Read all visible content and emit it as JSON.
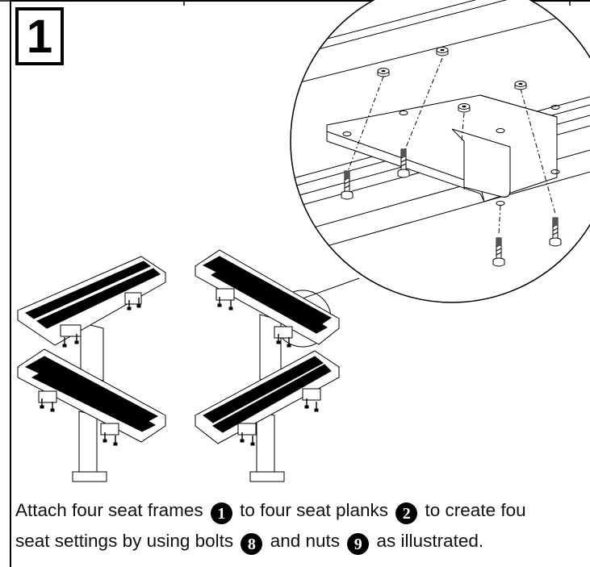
{
  "step": {
    "number": "1"
  },
  "instruction": {
    "line1_a": "Attach four seat frames",
    "line1_b": "to four seat planks",
    "line1_c": "to create fou",
    "line2_a": "seat settings by using bolts",
    "line2_b": "and nuts",
    "line2_c": "as illustrated."
  },
  "parts": {
    "seat_frame": "1",
    "seat_plank": "2",
    "bolt": "8",
    "nut": "9"
  },
  "figure": {
    "detail_view": "magnified bracket with bolts and nuts",
    "assemblies": 4
  }
}
